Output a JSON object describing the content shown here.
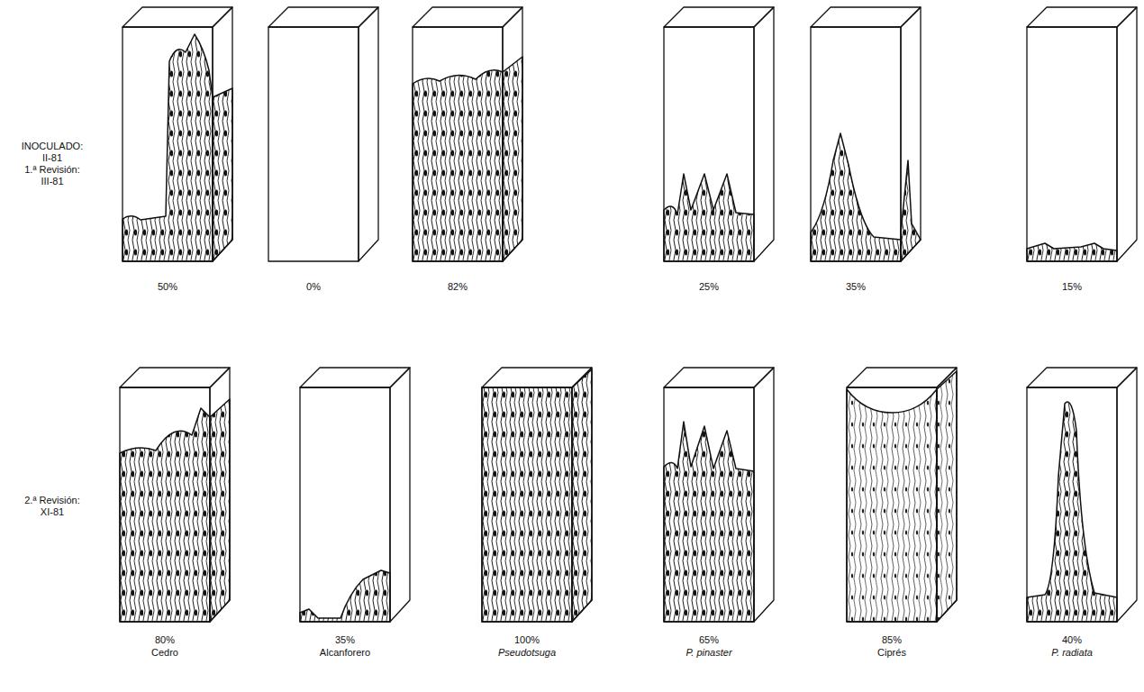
{
  "diagram": {
    "labels": [
      "INOCULADO:",
      "II-81",
      "1.ª Revisión:",
      "III-81",
      "50%",
      "0%",
      "82%",
      "25%",
      "35%",
      "15%",
      "2.ª Revisión:",
      "XI-81",
      "80%",
      "Cedro",
      "35%",
      "Alcanforero",
      "100%",
      "Pseudotsuga",
      "65%",
      "P. pinaster",
      "85%",
      "Ciprés",
      "40%",
      "P. radiata"
    ]
  }
}
